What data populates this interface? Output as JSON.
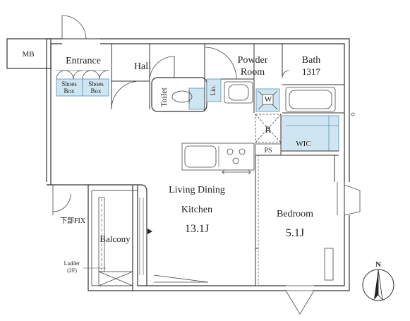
{
  "rooms": {
    "mb": "MB",
    "entrance": "Entrance",
    "shoes_box_1": [
      "Shoes",
      "Box"
    ],
    "shoes_box_2": [
      "Shoes",
      "Box"
    ],
    "hall": "Hall",
    "toilet": "Toilet",
    "linen": "Lin.",
    "powder_room": [
      "Powder",
      "Room"
    ],
    "bath": "Bath",
    "bath_size": "1317",
    "washer": "W",
    "refrigerator": "R",
    "wic": "WIC",
    "ps": "PS",
    "ldk": [
      "Living Dining",
      "Kitchen"
    ],
    "ldk_size": "13.1J",
    "bedroom": "Bedroom",
    "bedroom_size": "5.1J",
    "balcony": "Balcony",
    "fix_note": "下部FIX",
    "ladder": [
      "Ladder",
      "(2F)"
    ]
  },
  "compass": {
    "label": "N"
  }
}
